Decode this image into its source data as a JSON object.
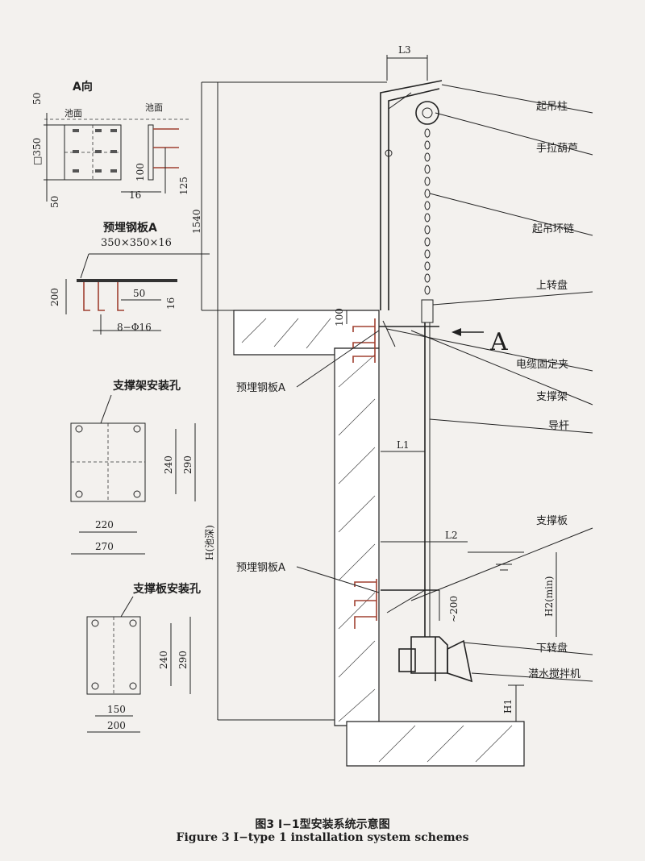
{
  "view_a": {
    "title": "A向",
    "pool_surface_1": "池面",
    "pool_surface_2": "池面",
    "dims": [
      "50",
      "□350",
      "50",
      "100",
      "16",
      "125"
    ]
  },
  "embedded_plate_detail": {
    "title": "预埋钢板A",
    "spec": "350×350×16",
    "dims": [
      "200",
      "50",
      "16",
      "8−Φ16"
    ]
  },
  "support_frame_holes": {
    "title": "支撑架安装孔",
    "dims": [
      "240",
      "290",
      "220",
      "270"
    ]
  },
  "support_plate_holes": {
    "title": "支撑板安装孔",
    "dims": [
      "240",
      "290",
      "150",
      "200"
    ]
  },
  "main_view": {
    "dims": {
      "L3": "L3",
      "L1": "L1",
      "L2": "L2",
      "d1540": "1540",
      "d100": "100",
      "d200": "~200",
      "H": "H(池深)",
      "H2": "H2(min)",
      "H1": "H1"
    },
    "direction_marker": "A",
    "embedded_plate_upper": "预埋钢板A",
    "embedded_plate_lower": "预埋钢板A"
  },
  "callouts": [
    "起吊柱",
    "手拉葫芦",
    "起吊环链",
    "上转盘",
    "电缆固定夹",
    "支撑架",
    "导杆",
    "支撑板",
    "下转盘",
    "潜水搅拌机"
  ],
  "caption": {
    "cn": "图3 Ⅰ−1型安装系统示意图",
    "en": "Figure 3 Ⅰ−type 1 installation system schemes"
  }
}
